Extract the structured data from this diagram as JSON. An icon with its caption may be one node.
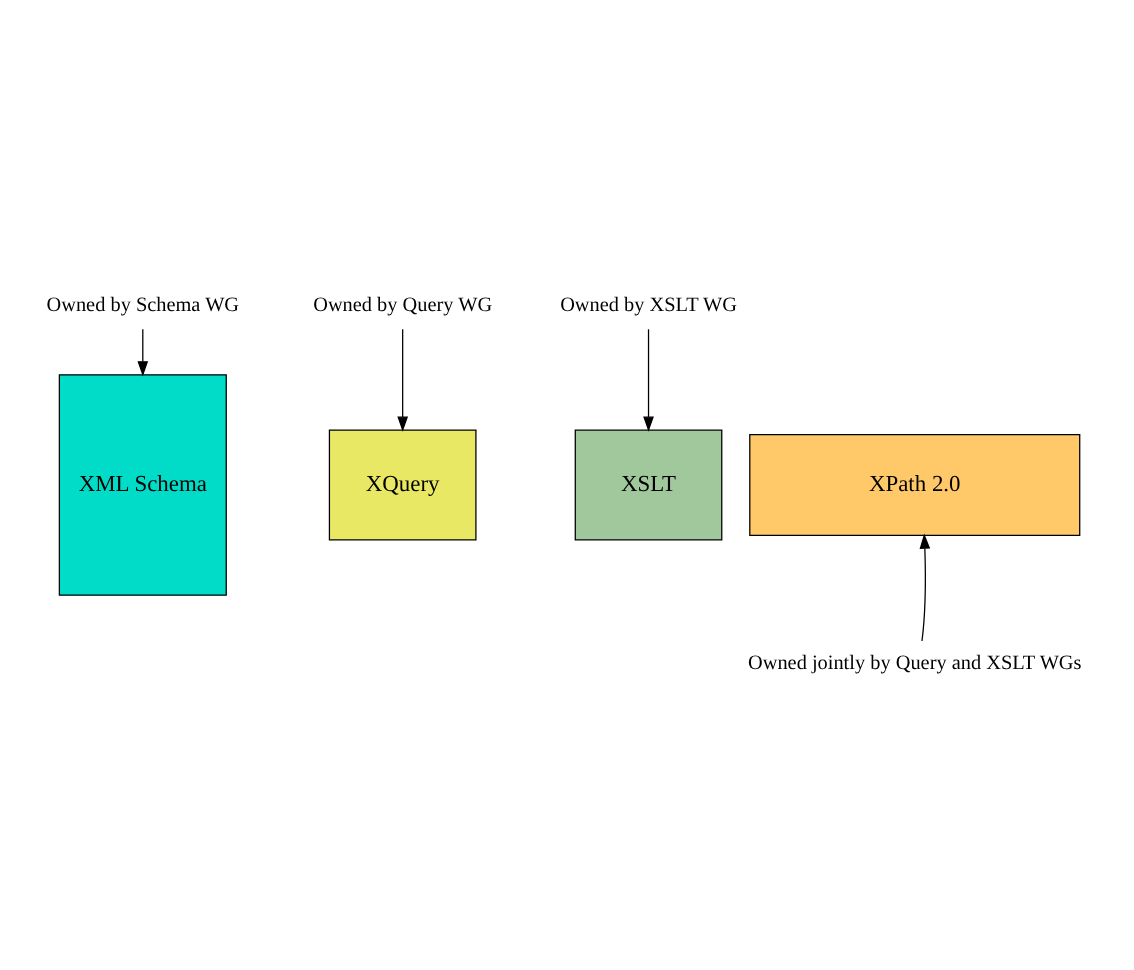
{
  "diagram": {
    "nodes": [
      {
        "text": [
          "Owned by Schema WG"
        ]
      },
      {
        "text": [
          "Owned by Query WG"
        ]
      },
      {
        "text": [
          "Owned by XSLT WG"
        ]
      },
      {
        "text": [
          "XML Schema"
        ]
      },
      {
        "text": [
          "XQuery"
        ]
      },
      {
        "text": [
          "XSLT"
        ]
      },
      {
        "text": [
          "XPath 2.0"
        ]
      },
      {
        "text": [
          "Owned jointly by Query and XSLT WGs"
        ]
      }
    ],
    "edges": [
      {
        "from": 0,
        "to": 3,
        "arrow": "to"
      },
      {
        "from": 1,
        "to": 4,
        "arrow": "to"
      },
      {
        "from": 2,
        "to": 5,
        "arrow": "to"
      },
      {
        "from": 7,
        "to": 6,
        "arrow": "to"
      }
    ]
  }
}
